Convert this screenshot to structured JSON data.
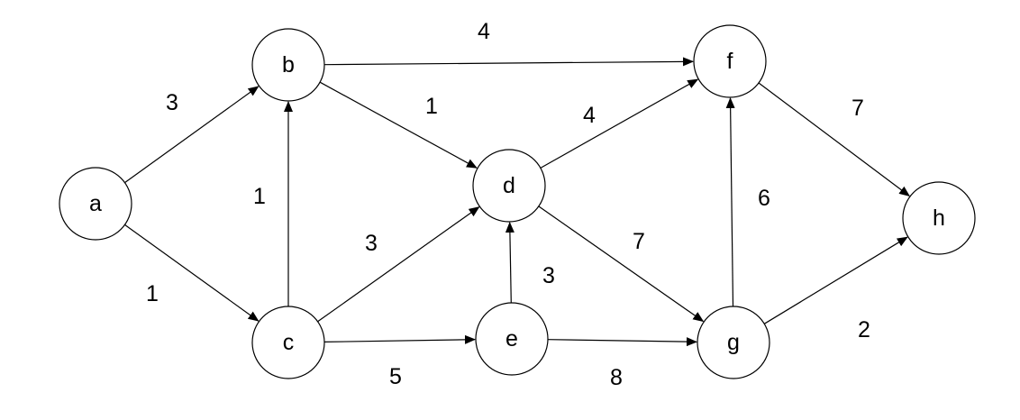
{
  "nodes": [
    {
      "id": "a",
      "label": "a"
    },
    {
      "id": "b",
      "label": "b"
    },
    {
      "id": "c",
      "label": "c"
    },
    {
      "id": "d",
      "label": "d"
    },
    {
      "id": "e",
      "label": "e"
    },
    {
      "id": "f",
      "label": "f"
    },
    {
      "id": "g",
      "label": "g"
    },
    {
      "id": "h",
      "label": "h"
    }
  ],
  "edges": [
    {
      "from": "a",
      "to": "b",
      "weight": "3"
    },
    {
      "from": "a",
      "to": "c",
      "weight": "1"
    },
    {
      "from": "c",
      "to": "b",
      "weight": "1"
    },
    {
      "from": "b",
      "to": "f",
      "weight": "4"
    },
    {
      "from": "b",
      "to": "d",
      "weight": "1"
    },
    {
      "from": "c",
      "to": "d",
      "weight": "3"
    },
    {
      "from": "c",
      "to": "e",
      "weight": "5"
    },
    {
      "from": "e",
      "to": "d",
      "weight": "3"
    },
    {
      "from": "d",
      "to": "f",
      "weight": "4"
    },
    {
      "from": "d",
      "to": "g",
      "weight": "7"
    },
    {
      "from": "e",
      "to": "g",
      "weight": "8"
    },
    {
      "from": "g",
      "to": "f",
      "weight": "6"
    },
    {
      "from": "f",
      "to": "h",
      "weight": "7"
    },
    {
      "from": "g",
      "to": "h",
      "weight": "2"
    }
  ],
  "colors": {
    "stroke": "#000000",
    "fill": "#ffffff"
  }
}
